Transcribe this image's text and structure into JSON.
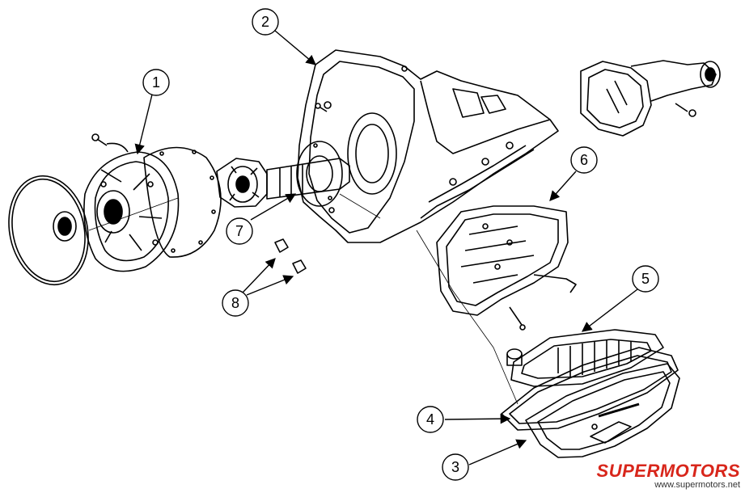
{
  "callouts": [
    {
      "id": "1",
      "label": "1"
    },
    {
      "id": "2",
      "label": "2"
    },
    {
      "id": "3",
      "label": "3"
    },
    {
      "id": "4",
      "label": "4"
    },
    {
      "id": "5",
      "label": "5"
    },
    {
      "id": "6",
      "label": "6"
    },
    {
      "id": "7",
      "label": "7"
    },
    {
      "id": "8",
      "label": "8"
    }
  ],
  "watermark": {
    "brand": "SUPERMOTORS",
    "url": "www.supermotors.net",
    "color": "#d8261b"
  },
  "parts": [
    {
      "name": "front-seal-ring-icon"
    },
    {
      "name": "pump-assembly-icon"
    },
    {
      "name": "pump-gasket-icon"
    },
    {
      "name": "pump-gears-icon"
    },
    {
      "name": "stator-support-icon"
    },
    {
      "name": "transmission-case-icon"
    },
    {
      "name": "extension-housing-icon"
    },
    {
      "name": "valve-body-icon"
    },
    {
      "name": "filter-icon"
    },
    {
      "name": "pan-gasket-icon"
    },
    {
      "name": "oil-pan-icon"
    },
    {
      "name": "bolt-icon"
    }
  ]
}
